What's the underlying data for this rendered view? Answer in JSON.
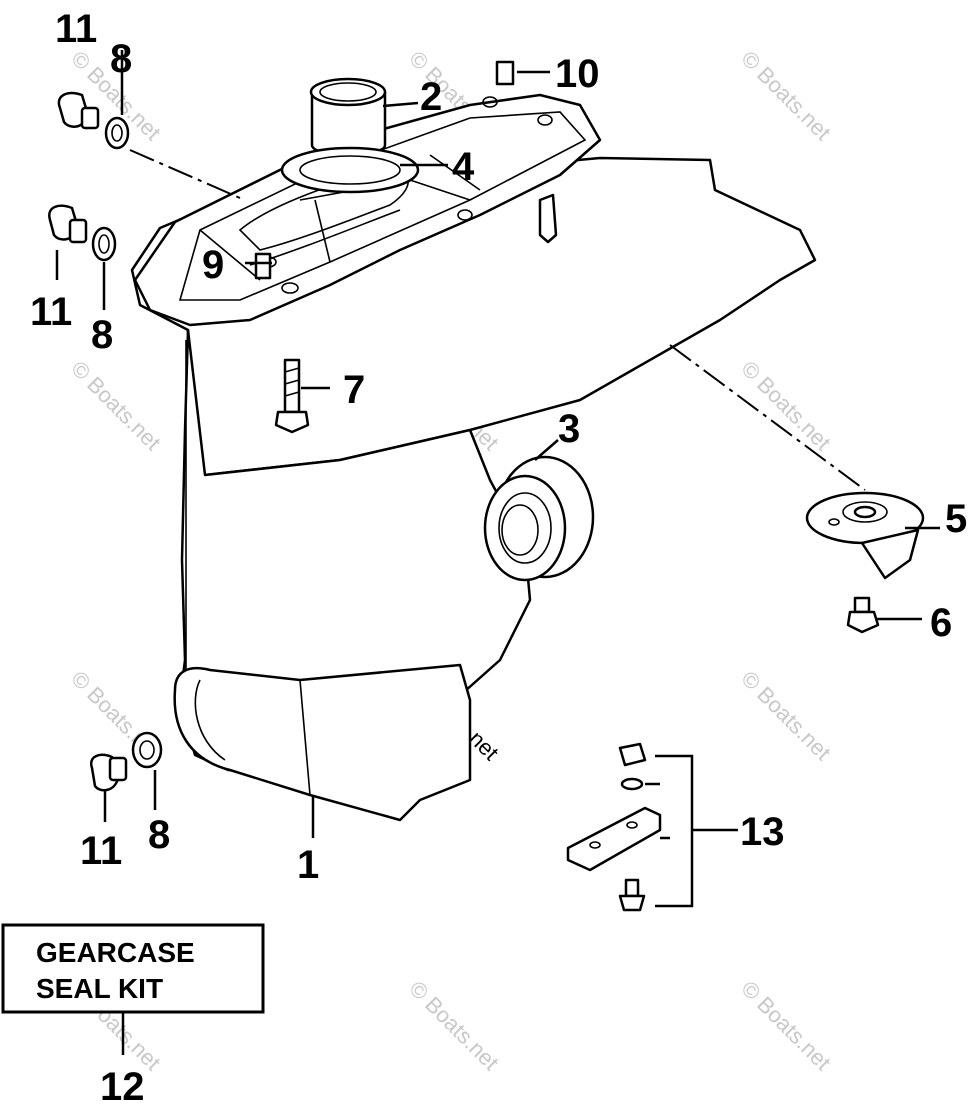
{
  "watermark": "© Boats.net",
  "callouts": {
    "c1": "1",
    "c2": "2",
    "c3": "3",
    "c4": "4",
    "c5": "5",
    "c6": "6",
    "c7": "7",
    "c8a": "8",
    "c8b": "8",
    "c8c": "8",
    "c9": "9",
    "c10": "10",
    "c11a": "11",
    "c11b": "11",
    "c11c": "11",
    "c12": "12",
    "c13": "13"
  },
  "kit_box": {
    "line1": "GEARCASE",
    "line2": "SEAL KIT"
  }
}
